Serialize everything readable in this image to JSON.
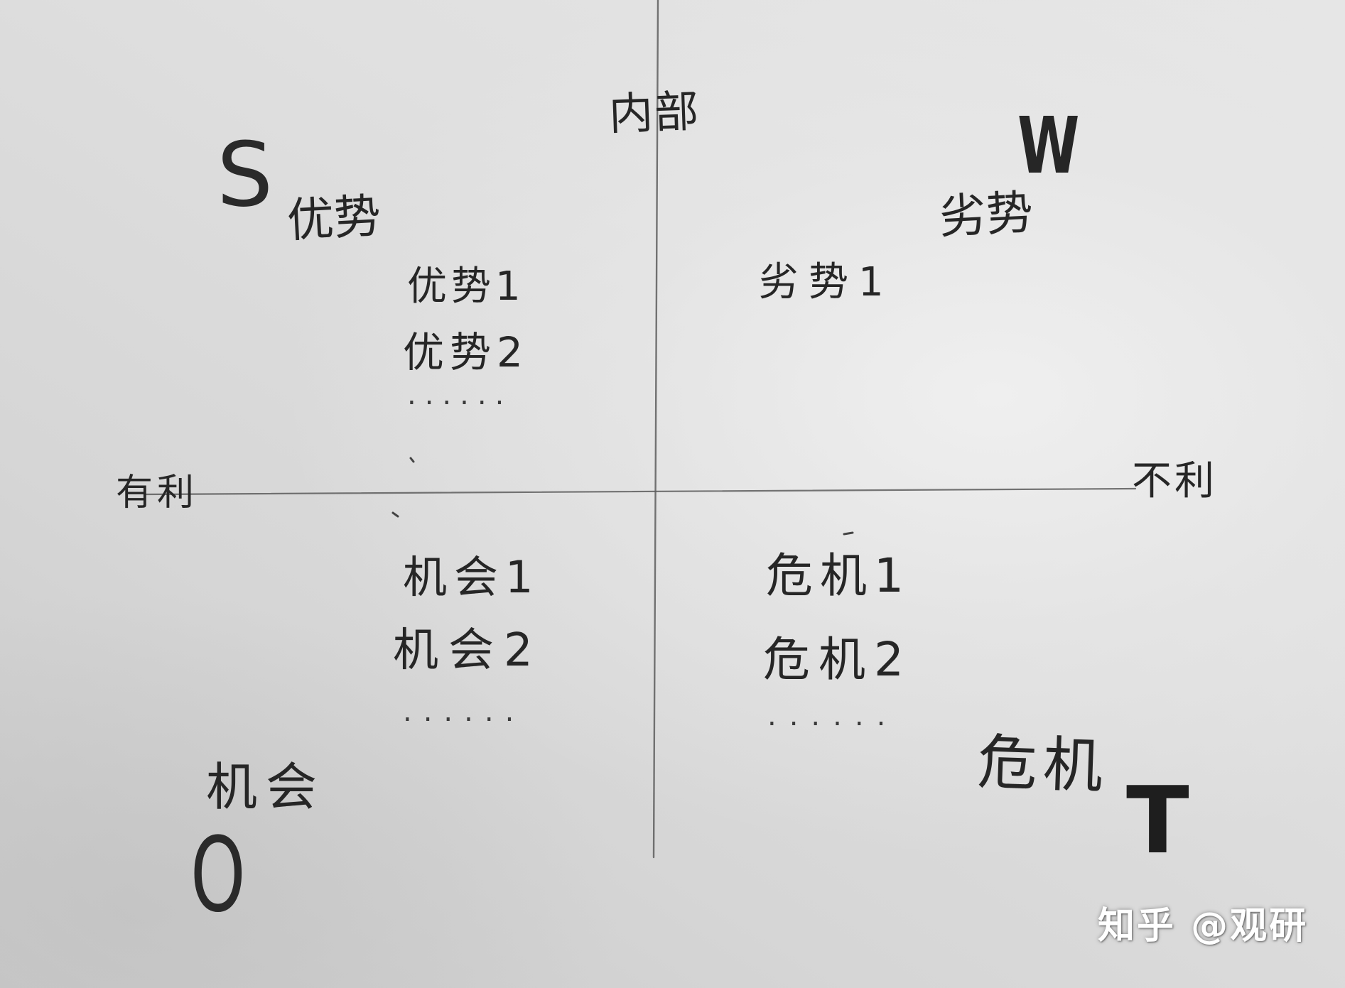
{
  "axes": {
    "top_label": "内部",
    "left_label": "有利",
    "right_label": "不利"
  },
  "quadrants": {
    "strengths": {
      "letter": "S",
      "title": "优势",
      "items": [
        "优势1",
        "优势2",
        "......"
      ]
    },
    "weaknesses": {
      "letter": "W",
      "title": "劣势",
      "items": [
        "劣势1"
      ]
    },
    "opportunities": {
      "letter": "O",
      "title": "机会",
      "items": [
        "机会1",
        "机会2",
        "......"
      ]
    },
    "threats": {
      "letter": "T",
      "title": "危机",
      "items": [
        "危机1",
        "危机2",
        "......"
      ]
    }
  },
  "watermark": "知乎 @观研",
  "colors": {
    "paper": "#e0e0e0",
    "ink": "#262626",
    "pencil_line": "#5e5e5e"
  }
}
